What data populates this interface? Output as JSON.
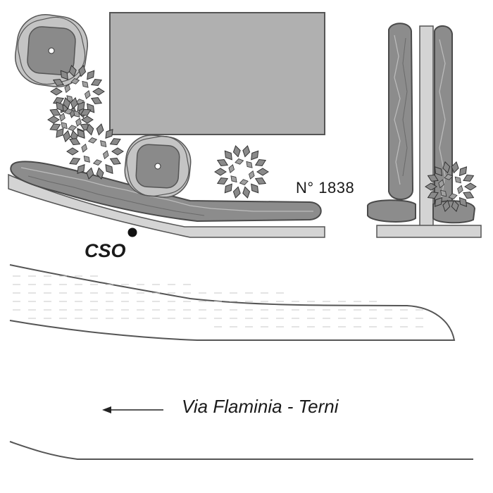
{
  "labels": {
    "building_number": "N° 1838",
    "point_label": "CSO",
    "road_label": "Via Flaminia  -  Terni"
  },
  "symbols": {
    "point_marker": "black-dot-marker",
    "direction_arrow": "arrow-left-icon"
  },
  "colors": {
    "building": "#b0b0b0",
    "hedge": "#8c8c8c",
    "tree_fill": "#8a8a8a",
    "tree_ring": "#c4c4c4",
    "curb": "#d4d4d4",
    "outline": "#555555",
    "ink": "#1a1a1a"
  }
}
